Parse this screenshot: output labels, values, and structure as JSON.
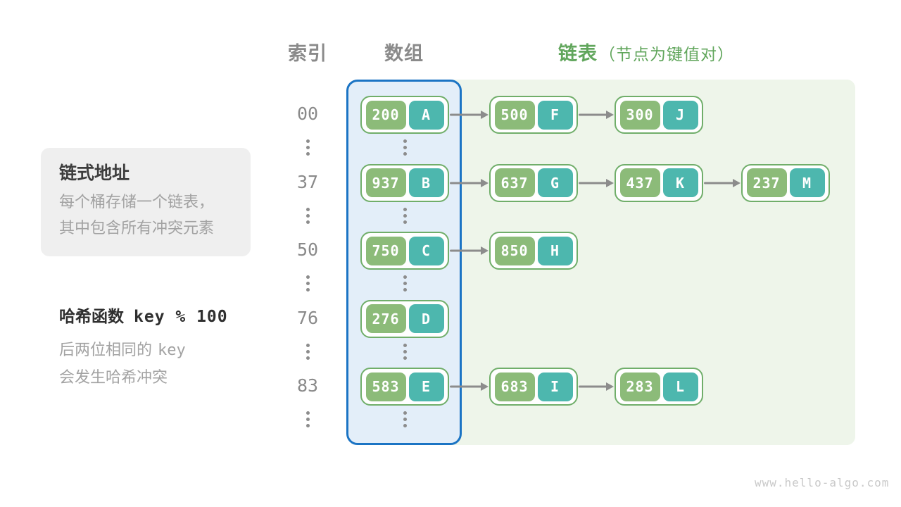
{
  "headers": {
    "index": "索引",
    "array": "数组",
    "linked_list": "链表",
    "linked_list_note": "（节点为键值对）"
  },
  "info_box": {
    "title": "链式地址",
    "lines": [
      "每个桶存储一个链表，",
      "其中包含所有冲突元素"
    ]
  },
  "hash_note": {
    "label": "哈希函数",
    "code": "key % 100",
    "desc_prefix": "后两位相同的",
    "desc_code": "key",
    "desc_line2": "会发生哈希冲突"
  },
  "diagram": {
    "buckets": [
      {
        "index": "00",
        "array": {
          "key": "200",
          "value": "A"
        },
        "chain": [
          {
            "key": "500",
            "value": "F"
          },
          {
            "key": "300",
            "value": "J"
          }
        ]
      },
      {
        "index": "37",
        "array": {
          "key": "937",
          "value": "B"
        },
        "chain": [
          {
            "key": "637",
            "value": "G"
          },
          {
            "key": "437",
            "value": "K"
          },
          {
            "key": "237",
            "value": "M"
          }
        ]
      },
      {
        "index": "50",
        "array": {
          "key": "750",
          "value": "C"
        },
        "chain": [
          {
            "key": "850",
            "value": "H"
          }
        ]
      },
      {
        "index": "76",
        "array": {
          "key": "276",
          "value": "D"
        },
        "chain": []
      },
      {
        "index": "83",
        "array": {
          "key": "583",
          "value": "E"
        },
        "chain": [
          {
            "key": "683",
            "value": "I"
          },
          {
            "key": "283",
            "value": "L"
          }
        ]
      }
    ]
  },
  "colors": {
    "key_fill": "#8cbb79",
    "value_fill": "#4db7ae",
    "node_border": "#70ae6a",
    "array_border": "#1b74c4",
    "array_fill": "#e3eef9",
    "list_bg": "#eef5ea",
    "arrow": "#8c8c8c",
    "header_green": "#61a65c",
    "header_gray": "#8a8a8a"
  },
  "watermark": "www.hello-algo.com"
}
